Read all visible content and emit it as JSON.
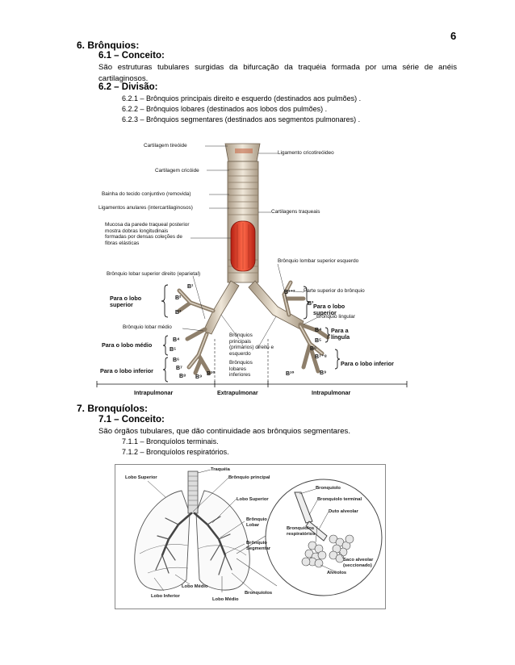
{
  "page_number": "6",
  "section6": {
    "title": "6. Brônquios:",
    "s61_title": "6.1 – Conceito:",
    "s61_text": "São estruturas tubulares surgidas da bifurcação da traquéia formada por uma série de anéis cartilaginosos.",
    "s62_title": "6.2 – Divisão:",
    "items": [
      "6.2.1 – Brônquios principais direito e esquerdo (destinados aos pulmões) .",
      "6.2.2 – Brônquios lobares (destinados aos lobos dos pulmões) .",
      "6.2.3 – Brônquios segmentares (destinados aos segmentos pulmonares) ."
    ]
  },
  "figure1": {
    "labels": {
      "cart_tireoide": "Cartilagem tireóide",
      "lig_cricotireoideo": "Ligamento cricotireóideo",
      "cart_cricoide": "Cartilagem cricóide",
      "bainha": "Bainha do tecido conjuntivo (removida)",
      "lig_anulares": "Ligamentos anulares (intercartilaginosos)",
      "cart_traqueais": "Cartilagens traqueais",
      "mucosa": "Mucosa da parede traqueal posterior mostra dobras longitudinais formadas por densas coleções de fibras elásticas",
      "bronquio_lombar_sup_esq": "Brônquio lombar superior esquerdo",
      "bronquio_lobar_sup_dir": "Brônquio lobar superior direito (eparietal)",
      "parte_superior": "Parte superior do brônquio",
      "bronquio_lingular": "Brônquio lingular",
      "bronquio_lobar_medio": "Brônquio lobar médio",
      "bronquios_principais": "Brônquios principais (primários) direito e esquerdo",
      "bronquios_lobares": "Brônquios lobares inferiores",
      "intrapulmonar_left": "Intrapulmonar",
      "extrapulmonar": "Extrapulmonar",
      "intrapulmonar_right": "Intrapulmonar"
    },
    "groups": {
      "lobo_superior_left": "Para o lobo superior",
      "lobo_medio": "Para o lobo médio",
      "lobo_inferior_left": "Para o lobo inferior",
      "lobo_superior_right": "Para o lobo superior",
      "lingula": "Para a língula",
      "lobo_inferior_right": "Para o lobo inferior"
    },
    "codes_left": [
      "B¹",
      "B²",
      "B³",
      "B⁴",
      "B⁵",
      "B⁶",
      "B⁷",
      "B⁸",
      "B⁹",
      "B¹⁰"
    ],
    "codes_right": [
      "B¹⁺²",
      "B³",
      "B⁴",
      "B⁵",
      "B⁶",
      "B⁷⁺⁸",
      "B¹⁰",
      "B⁹"
    ]
  },
  "section7": {
    "title": "7. Bronquíolos:",
    "s71_title": "7.1 – Conceito:",
    "s71_text": "São órgãos tubulares, que dão continuidade aos brônquios segmentares.",
    "items": [
      "7.1.1 – Bronquíolos terminais.",
      "7.1.2 – Bronquíolos respiratórios."
    ]
  },
  "figure2": {
    "labels": {
      "traqueia": "Traquéia",
      "lobo_superior_l": "Lobo Superior",
      "bronquio_principal": "Brônquio principal",
      "lobo_superior_r": "Lobo Superior",
      "bronquio_lobar": "Brônquio Lobar",
      "bronquio_segmentar": "Brônquio Segmentar",
      "lobo_medio_1": "Lobo Médio",
      "lobo_inferior": "Lobo Inferior",
      "lobo_medio_2": "Lobo Médio",
      "bronquiolos": "Bronquíolos",
      "bronquiolo": "Bronquíolo",
      "bronquiolo_terminal": "Bronquíolo terminal",
      "ducto_alveolar": "Duto alveolar",
      "bronquiolos_resp": "Bronquíolos respiratórios",
      "saco_alveolar": "Saco alveolar (seccionado)",
      "alveolos": "Alvéolos"
    }
  }
}
